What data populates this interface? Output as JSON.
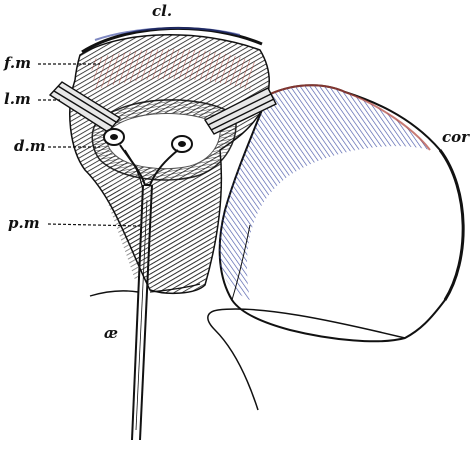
{
  "labels": {
    "cl": "cl.",
    "fm": "f.m",
    "lm": "l.m",
    "dm": "d.m",
    "pm": "p.m",
    "ae": "æ",
    "cor": "cor"
  },
  "colors": {
    "ink": "#111111",
    "hatch_blue": "#2a3b9a",
    "hatch_red": "#b0453a",
    "hatch_dark": "#1a1a1a",
    "paper": "#ffffff"
  }
}
